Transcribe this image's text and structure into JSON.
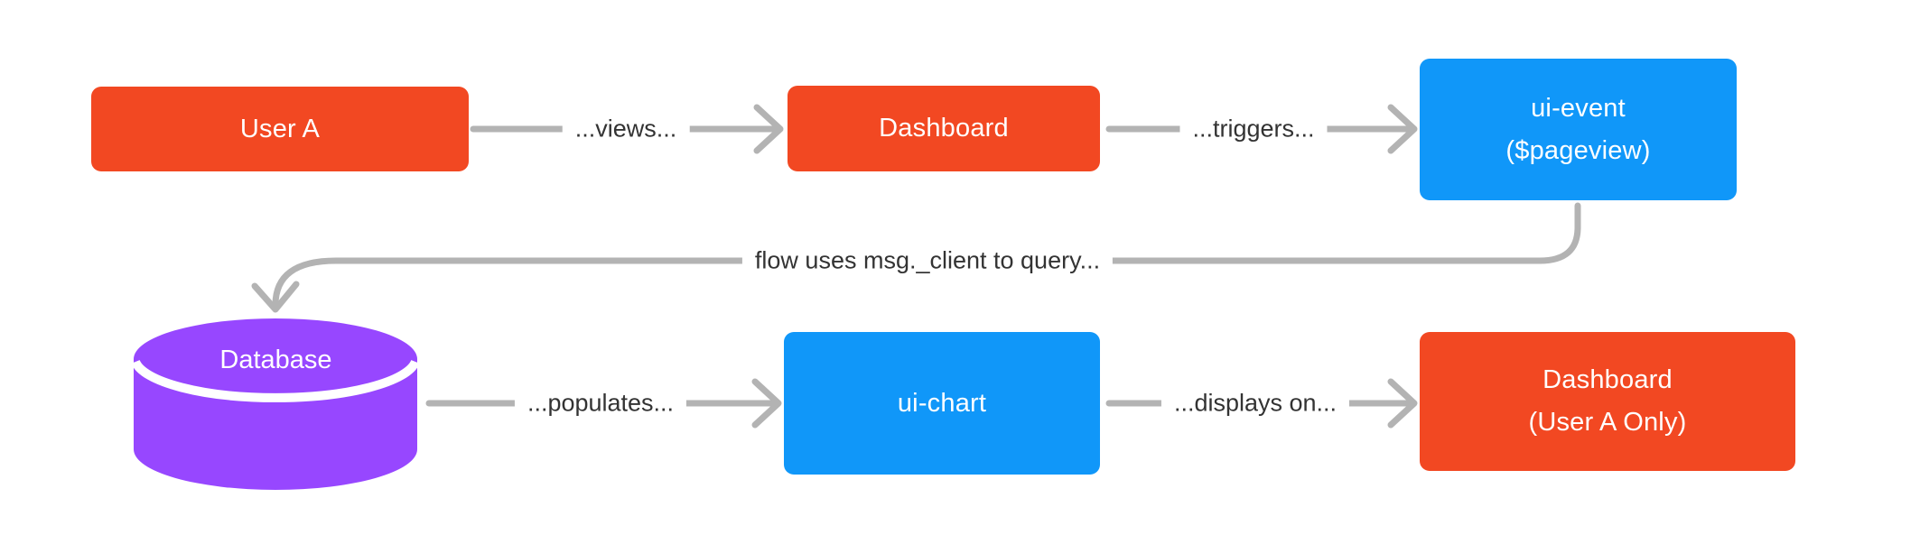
{
  "diagram": {
    "colors": {
      "canvas": "#FFFFFF",
      "node_orange": "#F24822",
      "node_blue": "#1097F9",
      "node_purple": "#9747FF",
      "connector_gray": "#B3B3B3",
      "edge_label_text": "#333333",
      "node_text": "#FFFFFF"
    },
    "nodes": {
      "user_a": {
        "label": "User A",
        "shape": "rectangle",
        "color": "orange"
      },
      "dashboard": {
        "label": "Dashboard",
        "shape": "rectangle",
        "color": "orange"
      },
      "ui_event": {
        "line1": "ui-event",
        "line2": "($pageview)",
        "shape": "rectangle",
        "color": "blue"
      },
      "database": {
        "label": "Database",
        "shape": "cylinder",
        "color": "purple"
      },
      "ui_chart": {
        "label": "ui-chart",
        "shape": "rectangle",
        "color": "blue"
      },
      "dashboard_user_a": {
        "line1": "Dashboard",
        "line2": "(User A Only)",
        "shape": "rectangle",
        "color": "orange"
      }
    },
    "edges": [
      {
        "from": "user_a",
        "to": "dashboard",
        "label": "...views..."
      },
      {
        "from": "dashboard",
        "to": "ui_event",
        "label": "...triggers..."
      },
      {
        "from": "ui_event",
        "to": "database",
        "label": "flow uses msg._client to query..."
      },
      {
        "from": "database",
        "to": "ui_chart",
        "label": "...populates..."
      },
      {
        "from": "ui_chart",
        "to": "dashboard_user_a",
        "label": "...displays on..."
      }
    ]
  }
}
